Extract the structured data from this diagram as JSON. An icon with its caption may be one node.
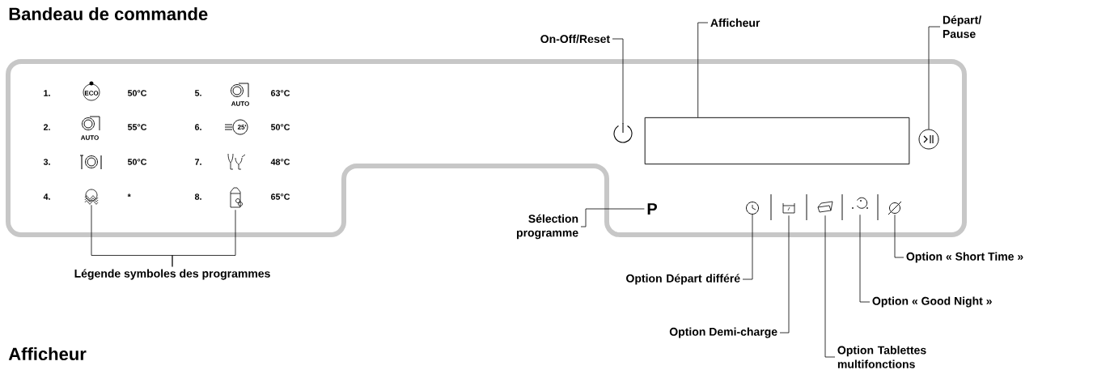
{
  "diagram": {
    "title": "Bandeau de commande",
    "nodes": [
      {
        "text": [
          "On-Off/Reset"
        ]
      },
      {
        "text": [],
        "shape": "circle"
      },
      {
        "text": [
          "Afficheur"
        ]
      },
      {
        "text": [],
        "shape": "box"
      },
      {
        "text": [
          "Départ/ Pause"
        ]
      },
      {
        "text": [],
        "shape": "circle"
      },
      {
        "text": [
          "Sélection programme"
        ]
      },
      {
        "text": [
          "P"
        ]
      },
      {
        "text": [
          "Option Départ différé"
        ]
      },
      {
        "text": [],
        "shape": "circle"
      },
      {
        "text": [
          "Option Demi-charge"
        ]
      },
      {
        "text": [],
        "shape": "box"
      },
      {
        "text": [
          "Option Tablettes multifonctions"
        ]
      },
      {
        "text": [],
        "shape": "box"
      },
      {
        "text": [
          "Option « Good Night »"
        ]
      },
      {
        "text": [],
        "shape": "moon"
      },
      {
        "text": [
          "Option « Short Time »"
        ]
      },
      {
        "text": [],
        "shape": "circle"
      },
      {
        "text": [
          "Légende symboles des programmes"
        ]
      },
      {
        "text": [],
        "shape": "waves"
      },
      {
        "text": [],
        "shape": "bottle"
      }
    ],
    "edges": [
      {
        "from": 0,
        "to": 1,
        "arrow": "none"
      },
      {
        "from": 2,
        "to": 3,
        "arrow": "none"
      },
      {
        "from": 4,
        "to": 5,
        "arrow": "none"
      },
      {
        "from": 6,
        "to": 7,
        "arrow": "none"
      },
      {
        "from": 8,
        "to": 9,
        "arrow": "none"
      },
      {
        "from": 10,
        "to": 11,
        "arrow": "none"
      },
      {
        "from": 12,
        "to": 13,
        "arrow": "none"
      },
      {
        "from": 14,
        "to": 15,
        "arrow": "none"
      },
      {
        "from": 16,
        "to": 17,
        "arrow": "none"
      },
      {
        "from": 18,
        "to": 19,
        "arrow": "none"
      },
      {
        "from": 18,
        "to": 20,
        "arrow": "none"
      }
    ],
    "labels": [
      "1.",
      "ECO",
      "50°C",
      "5.",
      "AUTO",
      "63°C",
      "2.",
      "AUTO",
      "55°C",
      "6.",
      "25'",
      "50°C",
      "3.",
      "50°C",
      "7.",
      "48°C",
      "4.",
      "*",
      "8.",
      "65°C",
      "Afficheur"
    ]
  }
}
